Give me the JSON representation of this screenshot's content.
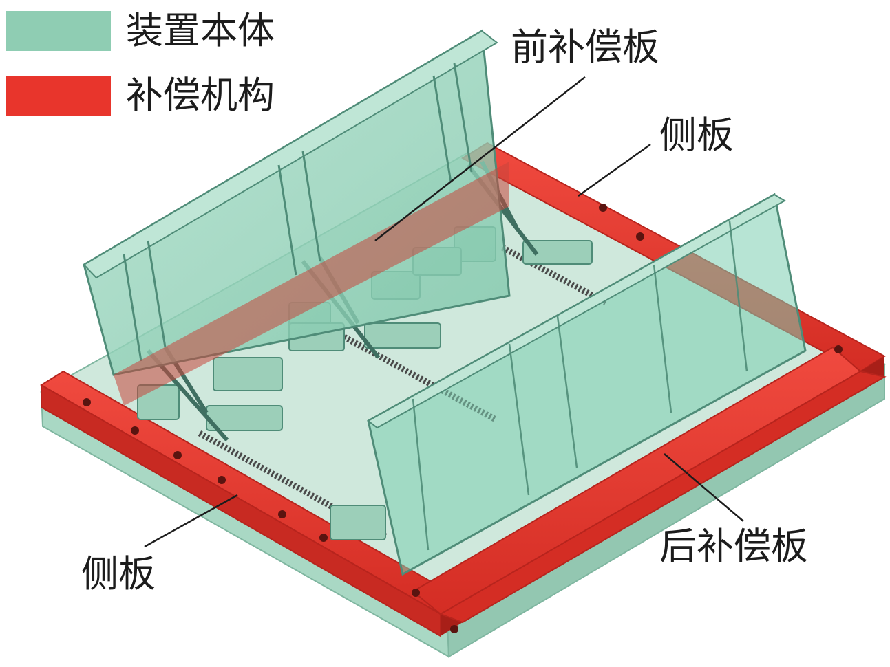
{
  "legend": {
    "items": [
      {
        "label": "装置本体",
        "color": "#8fcdb3"
      },
      {
        "label": "补偿机构",
        "color": "#e8352c"
      }
    ]
  },
  "callouts": {
    "front_plate": "前补偿板",
    "side_plate_right": "侧板",
    "side_plate_left": "侧板",
    "rear_plate": "后补偿板"
  },
  "colors": {
    "body": "#8fcdb3",
    "body_translucent": "#7ccdb0",
    "body_edge": "#4f8c78",
    "mechanism": "#e8352c",
    "mechanism_dark": "#b7241d",
    "base": "#a9d8c4",
    "base_shadow": "#7fb6a0",
    "screw": "#5a5a5a",
    "leader": "#1c1c1c"
  }
}
